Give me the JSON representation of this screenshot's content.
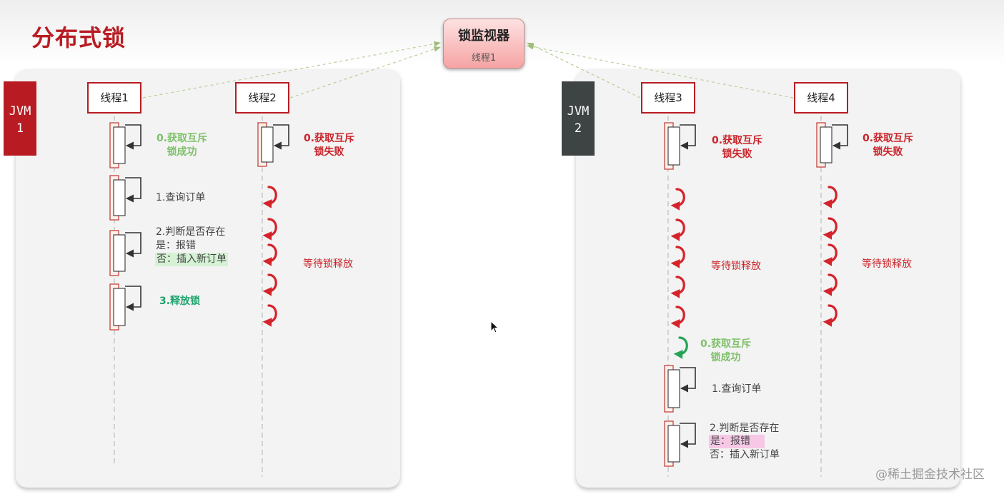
{
  "title": "分布式锁",
  "monitor": {
    "title": "锁监视器",
    "owner": "线程1"
  },
  "jvm1": {
    "label": "JVM\n1",
    "color": "#b81c22"
  },
  "jvm2": {
    "label": "JVM\n2",
    "color": "#3d4443"
  },
  "threads": {
    "t1": "线程1",
    "t2": "线程2",
    "t3": "线程3",
    "t4": "线程4"
  },
  "steps": {
    "t1_get": "0.获取互斥\n锁成功",
    "t1_query": "1.查询订单",
    "t1_judge": "2.判断是否存在",
    "t1_yes": "是：报错",
    "t1_no": "否：插入新订单",
    "t1_release": "3.释放锁",
    "t2_get": "0.获取互斥\n锁失败",
    "t2_wait": "等待锁释放",
    "t3_get_fail": "0.获取互斥\n锁失败",
    "t3_wait": "等待锁释放",
    "t3_get_ok": "0.获取互斥\n锁成功",
    "t3_query": "1.查询订单",
    "t3_judge": "2.判断是否存在",
    "t3_yes": "是：报错",
    "t3_no": "否：插入新订单",
    "t4_get": "0.获取互斥\n锁失败",
    "t4_wait": "等待锁释放"
  },
  "colors": {
    "accent": "#b81c22",
    "success": "#7fc06a",
    "release": "#1ea36c",
    "arrow_red": "#d4232a",
    "arrow_green": "#27a356"
  },
  "watermark": "@稀土掘金技术社区"
}
